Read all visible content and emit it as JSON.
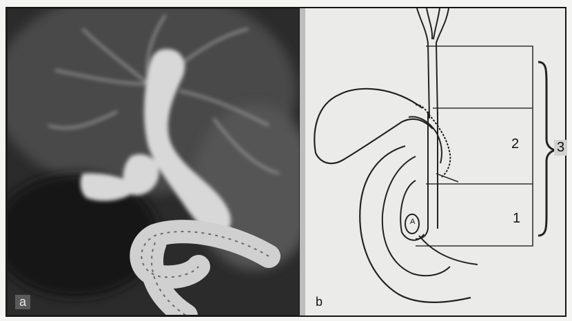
{
  "figure": {
    "panel_a_label": "a",
    "panel_b_label": "b",
    "segment_1": "1",
    "segment_2": "2",
    "segment_3": "3",
    "tumor_label": "A"
  }
}
